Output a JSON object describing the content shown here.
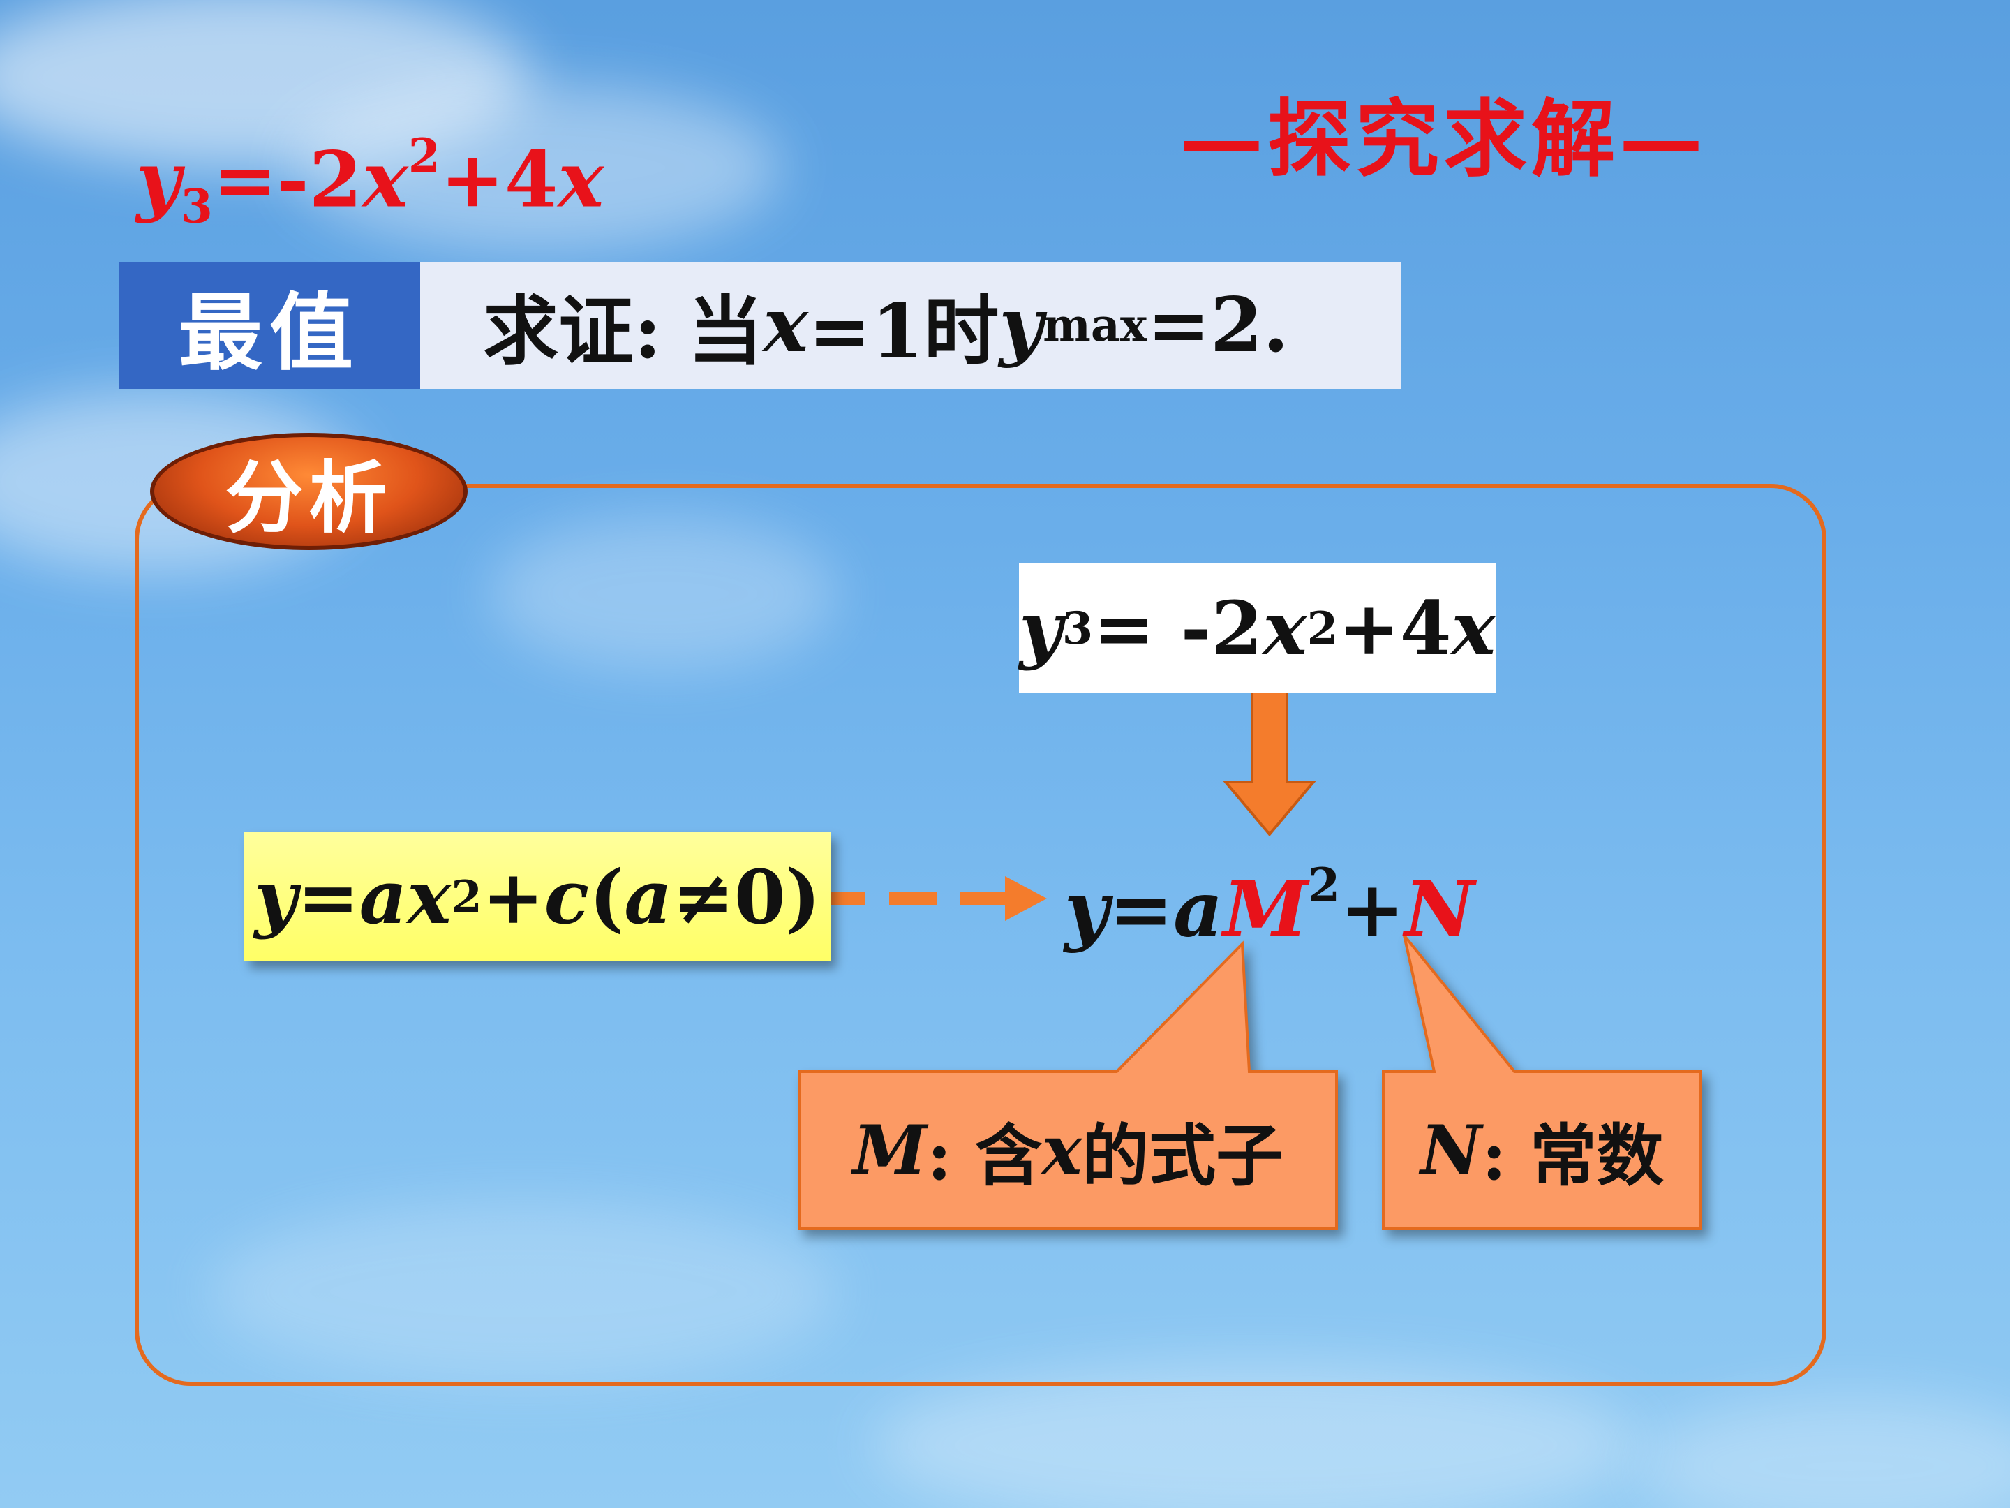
{
  "header": {
    "top_formula_parts": [
      "y",
      "3",
      "=-2",
      "x",
      "2",
      "+4",
      "x"
    ],
    "title": "—探究求解—"
  },
  "problem": {
    "tag": "最值",
    "statement_prefix": "求证:  当",
    "statement_var": "x",
    "statement_mid": "=1时 ",
    "statement_y": "y",
    "statement_sub": "max",
    "statement_suffix": "=2."
  },
  "analysis": {
    "badge": "分析",
    "given_parts": [
      "y",
      "3",
      "= -2",
      "x",
      "2",
      "+4",
      "x"
    ],
    "general_parts": [
      "y",
      "=",
      "ax",
      "2",
      "+",
      "c",
      "(",
      "a",
      "≠",
      "0)"
    ],
    "target_parts": [
      "y",
      "=",
      "a",
      "M",
      "2",
      "+",
      "N"
    ],
    "callout_m": {
      "var": "M",
      "text": ": 含",
      "x": "x",
      "rest": "的式子"
    },
    "callout_n": {
      "var": "N",
      "text": ": 常数"
    }
  },
  "colors": {
    "accent_red": "#e8121a",
    "frame_orange": "#e46a1e",
    "tag_blue": "#3467c4",
    "callout_orange": "#fc9a64",
    "arrow_orange": "#f47c2c"
  }
}
